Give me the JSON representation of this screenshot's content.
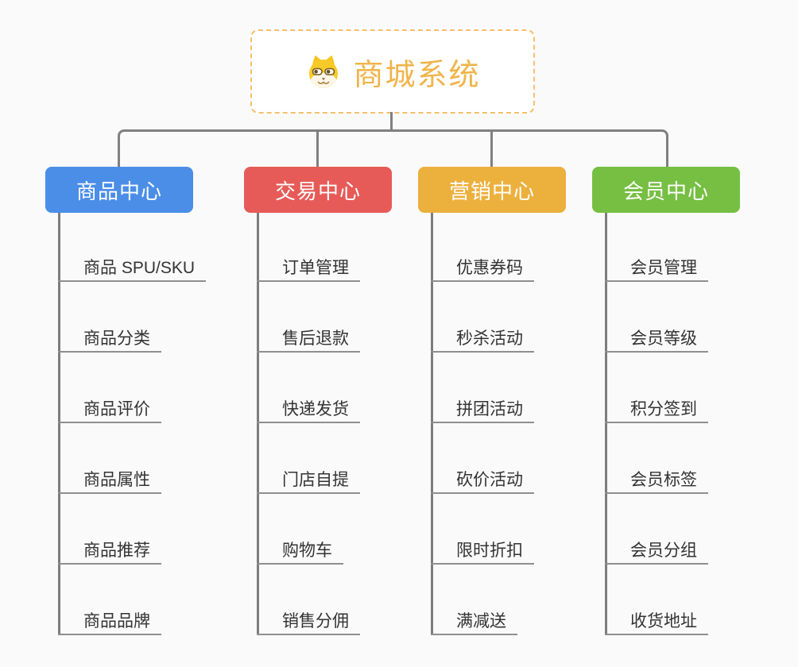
{
  "root": {
    "label": "商城系统",
    "icon": "shiba-dog-icon",
    "text_color": "#f0b44a",
    "border_color": "#f4c06a"
  },
  "connector_color": "#808080",
  "branches": [
    {
      "label": "商品中心",
      "color": "#4b8ee8",
      "children": [
        "商品 SPU/SKU",
        "商品分类",
        "商品评价",
        "商品属性",
        "商品推荐",
        "商品品牌"
      ]
    },
    {
      "label": "交易中心",
      "color": "#e65b58",
      "children": [
        "订单管理",
        "售后退款",
        "快递发货",
        "门店自提",
        "购物车",
        "销售分佣"
      ]
    },
    {
      "label": "营销中心",
      "color": "#ecb03d",
      "children": [
        "优惠券码",
        "秒杀活动",
        "拼团活动",
        "砍价活动",
        "限时折扣",
        "满减送"
      ]
    },
    {
      "label": "会员中心",
      "color": "#76bf43",
      "children": [
        "会员管理",
        "会员等级",
        "积分签到",
        "会员标签",
        "会员分组",
        "收货地址"
      ]
    }
  ]
}
